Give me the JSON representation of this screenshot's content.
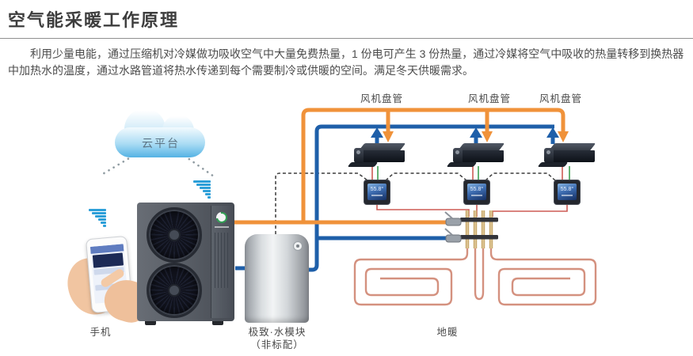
{
  "header": {
    "title": "空气能采暖工作原理",
    "description": "利用少量电能，通过压缩机对冷媒做功吸收空气中大量免费热量，1 份电可产生 3 份热量，通过冷媒将空气中吸收的热量转移到换热器中加热水的温度，通过水路管道将热水传递到每个需要制冷或供暖的空间。满足冬天供暖需求。"
  },
  "diagram": {
    "cloud": {
      "label": "云平台"
    },
    "phone": {
      "label": "手机"
    },
    "water_module": {
      "label": "极致·水模块",
      "sublabel": "（非标配）"
    },
    "fan_coils": [
      {
        "label": "风机盘管"
      },
      {
        "label": "风机盘管"
      },
      {
        "label": "风机盘管"
      }
    ],
    "thermostats": [
      {
        "display": "55.8°"
      },
      {
        "display": "55.8°"
      },
      {
        "display": "55.8°"
      }
    ],
    "floor_heating": {
      "label": "地暖"
    },
    "colors": {
      "supply_pipe": "#f0923a",
      "return_pipe": "#1e5fa9",
      "signal_wire": "#cd5c55",
      "sensor_wire": "#3fa052",
      "floor_coil": "#d4917f",
      "manifold_brass": "#c9a96e",
      "wifi": "#2d9fd8"
    }
  }
}
